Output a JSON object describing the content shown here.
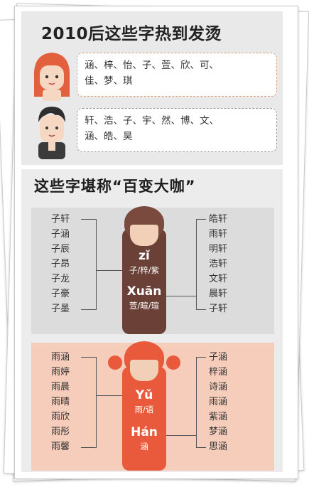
{
  "section1": {
    "title": "2010后这些字热到发烫",
    "girl_names": [
      "涵、梓、怡、子、萱、欣、可、",
      "佳、梦、琪"
    ],
    "boy_names": [
      "轩、浩、子、宇、然、博、文、",
      "涵、皓、昊"
    ]
  },
  "section2": {
    "title": "这些字堪称“百变大咖”"
  },
  "boy_panel": {
    "left": [
      "子轩",
      "子涵",
      "子辰",
      "子昂",
      "子龙",
      "子豪",
      "子墨"
    ],
    "right": [
      "皓轩",
      "雨轩",
      "明轩",
      "浩轩",
      "文轩",
      "晨轩",
      "子轩"
    ],
    "pinyin1": "zǐ",
    "chars1": "子/梓/紫",
    "pinyin2": "Xuān",
    "chars2": "萱/暄/瑄"
  },
  "girl_panel": {
    "left": [
      "雨涵",
      "雨婷",
      "雨晨",
      "雨晴",
      "雨欣",
      "雨彤",
      "雨馨"
    ],
    "right": [
      "子涵",
      "梓涵",
      "诗涵",
      "雨涵",
      "紫涵",
      "梦涵",
      "思涵"
    ],
    "pinyin1": "Yǔ",
    "chars1": "雨/语",
    "pinyin2": "Hán",
    "chars2": "涵"
  },
  "colors": {
    "girl_accent": "#e85a3b",
    "boy_accent": "#6b4037",
    "gray_panel": "#dcdcdc",
    "pink_panel": "#f6cdbb"
  }
}
